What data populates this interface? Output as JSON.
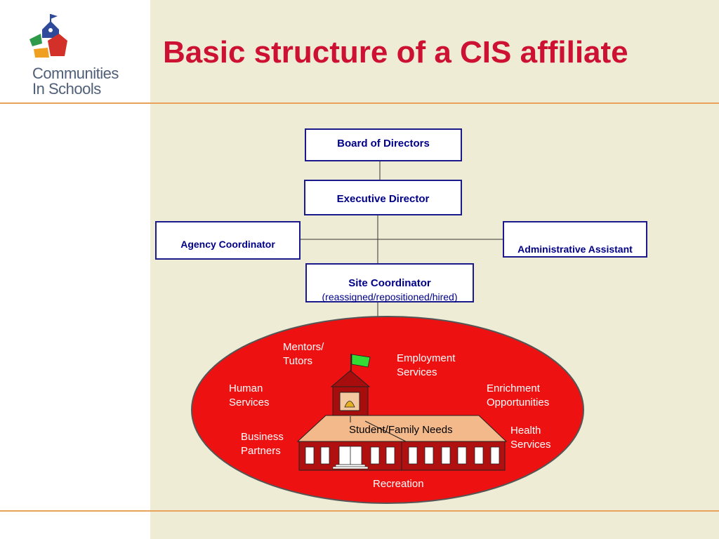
{
  "slide": {
    "title": "Basic structure of a CIS affiliate"
  },
  "logo": {
    "line1": "Communities",
    "line2": "In Schools",
    "colors": {
      "blue": "#2f4a9a",
      "green": "#2f9a4a",
      "red": "#d23028",
      "orange": "#f0a020"
    }
  },
  "org_chart": {
    "board": "Board of Directors",
    "executive": "Executive Director",
    "agency": "Agency Coordinator",
    "admin": "Administrative Assistant",
    "site": "Site Coordinator",
    "site_note": "(reassigned/repositioned/hired)"
  },
  "services": {
    "mentors": [
      "Mentors/",
      "Tutors"
    ],
    "employment": [
      "Employment",
      "Services"
    ],
    "human": [
      "Human",
      "Services"
    ],
    "enrichment": [
      "Enrichment",
      "Opportunities"
    ],
    "business": [
      "Business",
      "Partners"
    ],
    "health": [
      "Health",
      "Services"
    ],
    "recreation": [
      "Recreation"
    ],
    "center": "Student/Family Needs"
  },
  "colors": {
    "title": "#cc1133",
    "box_border": "#1a1a8c",
    "box_text": "#000088",
    "ellipse": "#ee1111",
    "rule": "#e8a25a",
    "content_bg": "#eeecd5"
  }
}
